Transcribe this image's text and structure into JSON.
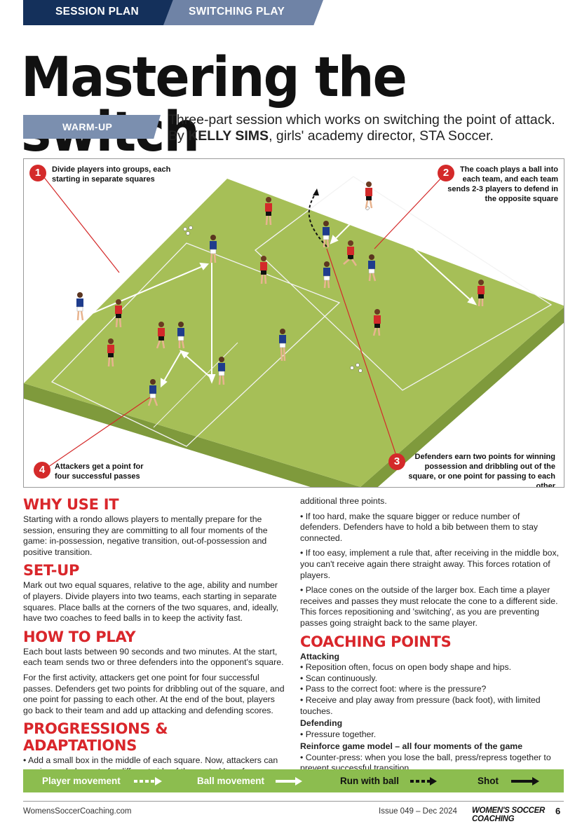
{
  "header": {
    "tab1": "SESSION PLAN",
    "tab2": "SWITCHING PLAY"
  },
  "title": "Mastering the switch",
  "section_label": "WARM-UP",
  "intro": {
    "before": "Three-part session which works on switching the point of attack. By ",
    "author": "KELLY SIMS",
    "after": ", girls' academy director, STA Soccer."
  },
  "diagram": {
    "callouts": [
      {
        "num": "1",
        "text": "Divide players into groups, each starting in separate squares"
      },
      {
        "num": "2",
        "text": "The coach plays a ball into each team, and each team sends 2-3 players to defend in the opposite square"
      },
      {
        "num": "3",
        "text": "Defenders earn two points for winning possession and dribbling out of the square, or one point for passing to each other"
      },
      {
        "num": "4",
        "text": "Attackers get a point for four successful passes"
      }
    ],
    "colors": {
      "pitch": "#a6bf57",
      "pitch_side": "#7f9a3c",
      "team_red": "#d32a2a",
      "team_blue": "#1f3c8c",
      "callout": "#d42a2a"
    }
  },
  "why": {
    "heading": "WHY USE IT",
    "text": "Starting with a rondo allows players to mentally prepare for the session, ensuring they are committing to all four moments of the game: in-possession, negative transition, out-of-possession and positive transition."
  },
  "setup": {
    "heading": "SET-UP",
    "text": "Mark out two equal squares, relative to the age, ability and number of players. Divide players into two teams, each starting in separate squares. Place balls at the corners of the two squares, and, ideally, have two coaches to feed balls in to keep the activity fast."
  },
  "howto": {
    "heading": "HOW TO PLAY",
    "p1": "Each bout lasts between 90 seconds and two minutes. At the start, each team sends two or three defenders into the opponent's square.",
    "p2": "For the first activity, attackers get one point for four successful passes. Defenders get two points for dribbling out of the square, and one point for passing to each other. At the end of the bout, players go back to their team and add up attacking and defending scores."
  },
  "progressions": {
    "heading": "PROGRESSIONS & ADAPTATIONS",
    "p1": "• Add a small box in the middle of each square. Now, attackers can receive and play out of a different side of the central box. for an",
    "p1_cont": "additional three points.",
    "p2": "• If too hard, make the square bigger or reduce number of defenders. Defenders have to hold a bib between them to stay connected.",
    "p3": "• If too easy, implement a rule that, after receiving in the middle box, you can't receive again there straight away. This forces rotation of players.",
    "p4": "• Place cones on the outside of the larger box. Each time a player receives and passes they must relocate the cone to a different side. This forces repositioning and 'switching', as you are preventing passes going straight back to the same player."
  },
  "coaching": {
    "heading": "COACHING POINTS",
    "attacking_label": "Attacking",
    "attacking": [
      "•  Reposition often, focus on open body shape and hips.",
      "•  Scan continuously.",
      "•  Pass to the correct foot: where is the pressure?",
      "•  Receive and play away from pressure (back foot), with limited touches."
    ],
    "defending_label": "Defending",
    "defending": [
      "•  Pressure together."
    ],
    "reinforce_label": "Reinforce game model – all four moments of the game",
    "reinforce": [
      "•  Counter-press: when you lose the ball, press/repress together to prevent successful transition."
    ]
  },
  "key": {
    "player_movement": "Player movement",
    "ball_movement": "Ball movement",
    "run_with_ball": "Run with ball",
    "shot": "Shot"
  },
  "footer": {
    "website": "WomensSoccerCoaching.com",
    "issue": "Issue 049 – Dec 2024",
    "brand": "WOMEN'S SOCCER COACHING",
    "page": "6"
  }
}
